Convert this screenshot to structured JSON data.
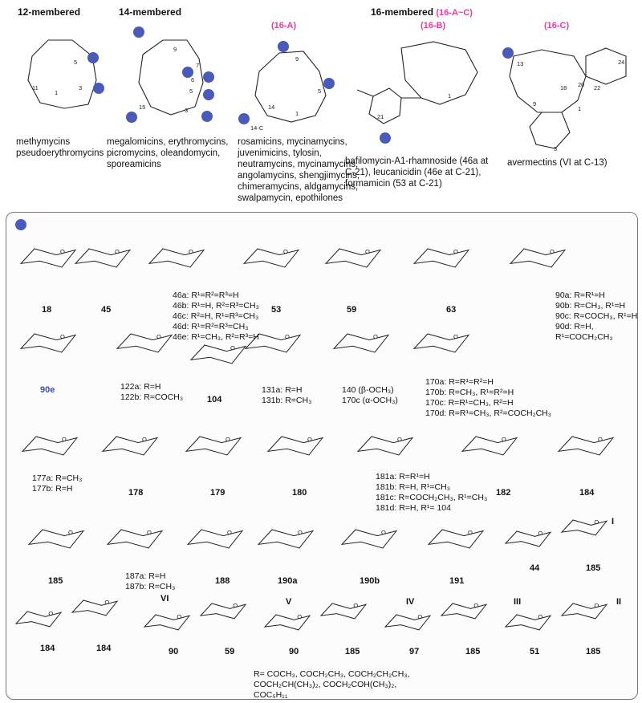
{
  "classes": [
    {
      "size": "12-membered",
      "subtype": "",
      "desc": [
        "methymycins",
        "pseudoerythromycins"
      ]
    },
    {
      "size": "14-membered",
      "subtype": "",
      "desc": [
        "megalomicins, erythromycins,",
        "picromycins, oleandomycin,",
        "sporeamicins"
      ]
    },
    {
      "size": "",
      "subtype": "(16-A)",
      "desc": [
        "rosamicins, mycinamycins,",
        "juvenimicins, tylosin,",
        "neutramycins, mycinamycins,",
        "angolamycins, shengjimycins,",
        "chimeramycins, aldgamycins,",
        "swalpamycin, epothilones"
      ]
    },
    {
      "size": "16-membered",
      "subtype": "(16-A~C)",
      "desc": [
        "bafilomycin-A1-rhamnoside (46a at",
        "C-21), leucanicidin (46e at C-21),",
        "formamicin (53 at C-21)"
      ]
    },
    {
      "size": "",
      "subtype": "(16-B)",
      "desc": []
    },
    {
      "size": "",
      "subtype": "(16-C)",
      "desc": [
        "avermectins (VI at C-13)"
      ]
    }
  ],
  "ring_numbers": {
    "r12": [
      "11",
      "1",
      "3",
      "5"
    ],
    "r14": [
      "15",
      "9",
      "7",
      "6",
      "5",
      "3"
    ],
    "r16a": [
      "9",
      "5",
      "14",
      "14-C",
      "1"
    ],
    "r16b": [
      "1",
      "21"
    ],
    "r16c": [
      "13",
      "24",
      "20",
      "22",
      "18",
      "9",
      "1",
      "5"
    ]
  },
  "compounds": [
    {
      "id": "c18",
      "label": "18",
      "notes": []
    },
    {
      "id": "c45",
      "label": "45",
      "notes": []
    },
    {
      "id": "c46",
      "label": "",
      "notes": [
        "46a: R¹=R²=R³=H",
        "46b: R¹=H, R²=R³=CH₃",
        "46c: R²=H, R¹=R³=CH₃",
        "46d: R¹=R²=R³=CH₃",
        "46e: R¹=CH₃, R²=R³=H"
      ]
    },
    {
      "id": "c53",
      "label": "53",
      "notes": []
    },
    {
      "id": "c59",
      "label": "59",
      "notes": []
    },
    {
      "id": "c63",
      "label": "63",
      "notes": []
    },
    {
      "id": "c90",
      "label": "",
      "notes": [
        "90a: R=R¹=H",
        "90b: R=CH₃, R¹=H",
        "90c: R=COCH₃, R¹=H",
        "90d: R=H, R¹=COCH₂CH₃"
      ]
    },
    {
      "id": "c90e",
      "label": "90e",
      "notes": []
    },
    {
      "id": "c122",
      "label": "",
      "notes": [
        "122a: R=H",
        "122b: R=COCH₃"
      ]
    },
    {
      "id": "c104",
      "label": "104",
      "notes": []
    },
    {
      "id": "c131",
      "label": "",
      "notes": [
        "131a: R=H",
        "131b: R=CH₃"
      ]
    },
    {
      "id": "c140",
      "label": "",
      "notes": [
        "140 (β-OCH₃)",
        "170c (α-OCH₃)"
      ]
    },
    {
      "id": "c170",
      "label": "",
      "notes": [
        "170a: R=R¹=R²=H",
        "170b: R=CH₃, R¹=R²=H",
        "170c: R=R¹=CH₃, R²=H",
        "170d: R=R¹=CH₃, R²=COCH₂CH₃"
      ]
    },
    {
      "id": "c177",
      "label": "",
      "notes": [
        "177a: R=CH₃",
        "177b: R=H"
      ]
    },
    {
      "id": "c178",
      "label": "178",
      "notes": []
    },
    {
      "id": "c179",
      "label": "179",
      "notes": []
    },
    {
      "id": "c180",
      "label": "180",
      "notes": []
    },
    {
      "id": "c181",
      "label": "",
      "notes": [
        "181a: R=R¹=H",
        "181b: R=H, R¹=CH₃",
        "181c: R=COCH₂CH₃, R¹=CH₃",
        "181d: R=H, R¹= 104"
      ]
    },
    {
      "id": "c182",
      "label": "182",
      "notes": []
    },
    {
      "id": "c184",
      "label": "184",
      "notes": []
    },
    {
      "id": "c185",
      "label": "185",
      "notes": []
    },
    {
      "id": "c187",
      "label": "",
      "notes": [
        "187a: R=H",
        "187b: R=CH₃"
      ]
    },
    {
      "id": "c188",
      "label": "188",
      "notes": []
    },
    {
      "id": "c190a",
      "label": "190a",
      "notes": []
    },
    {
      "id": "c190b",
      "label": "190b",
      "notes": []
    },
    {
      "id": "c191",
      "label": "191",
      "notes": []
    },
    {
      "id": "cI",
      "label": "I",
      "notes": [
        "44",
        "185"
      ]
    },
    {
      "id": "cVI",
      "label": "VI",
      "notes": [
        "184",
        "184"
      ]
    },
    {
      "id": "cV",
      "label": "V",
      "notes": [
        "90",
        "59"
      ]
    },
    {
      "id": "cIV",
      "label": "IV",
      "notes": [
        "90",
        "185"
      ]
    },
    {
      "id": "cIII",
      "label": "III",
      "notes": [
        "97",
        "185"
      ]
    },
    {
      "id": "cII",
      "label": "II",
      "notes": [
        "51",
        "185"
      ]
    }
  ],
  "r_note": [
    "R= COCH₃, COCH₂CH₃, COCH₂CH₂CH₃,",
    "COCH₂CH(CH₃)₂, COCH₂COH(CH₃)₂,",
    "COC₅H₁₁"
  ],
  "colors": {
    "sugar_ball": "#4a5ab8",
    "highlight_pink": "#e0409a",
    "blue_label": "#3b4ea8"
  }
}
